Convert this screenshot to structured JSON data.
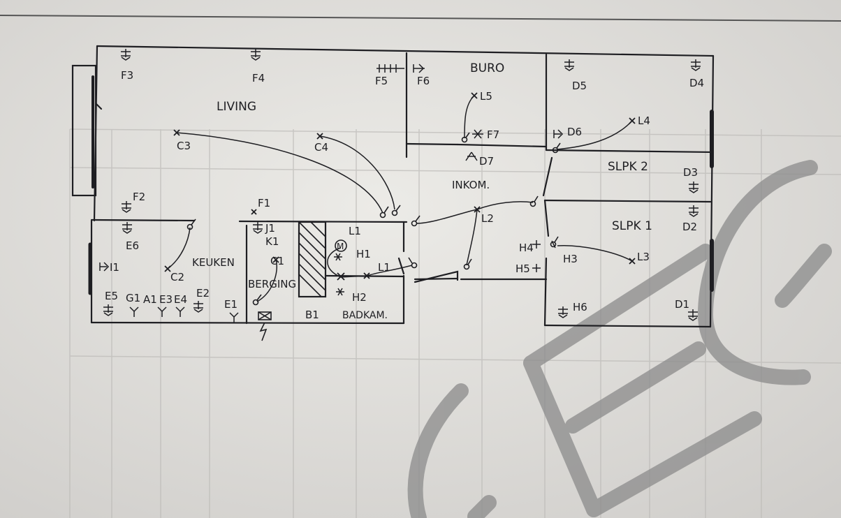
{
  "rooms": {
    "living": "LIVING",
    "buro": "BURO",
    "inkom": "INKOM.",
    "slpk2": "SLPK 2",
    "slpk1": "SLPK 1",
    "keuken": "KEUKEN",
    "berging": "BERGING",
    "badkamer": "BADKAM."
  },
  "labels": {
    "F3": "F3",
    "F4": "F4",
    "F5": "F5",
    "F6": "F6",
    "F7": "F7",
    "F2": "F2",
    "F1": "F1",
    "L5": "L5",
    "L4": "L4",
    "L2": "L2",
    "L3": "L3",
    "L1": "L1",
    "D5": "D5",
    "D4": "D4",
    "D6": "D6",
    "D7": "D7",
    "D3": "D3",
    "D2": "D2",
    "D1": "D1",
    "C3": "C3",
    "C4": "C4",
    "C2": "C2",
    "C1": "C1",
    "E6": "E6",
    "I1": "I1",
    "J1": "J1",
    "K1": "K1",
    "H1": "H1",
    "H2": "H2",
    "H3": "H3",
    "H4": "H4",
    "H5": "H5",
    "H6": "H6",
    "M": "M",
    "L1_top": "L1",
    "E5": "E5",
    "G1": "G1",
    "A1": "A1",
    "E3": "E3",
    "E4": "E4",
    "E2": "E2",
    "E1": "E1",
    "B1": "B1",
    "L1_2": "L1"
  },
  "colors": {
    "paper": "#e6e5e1",
    "ink": "#1e1e22",
    "watermark": "#8b8b8b"
  }
}
